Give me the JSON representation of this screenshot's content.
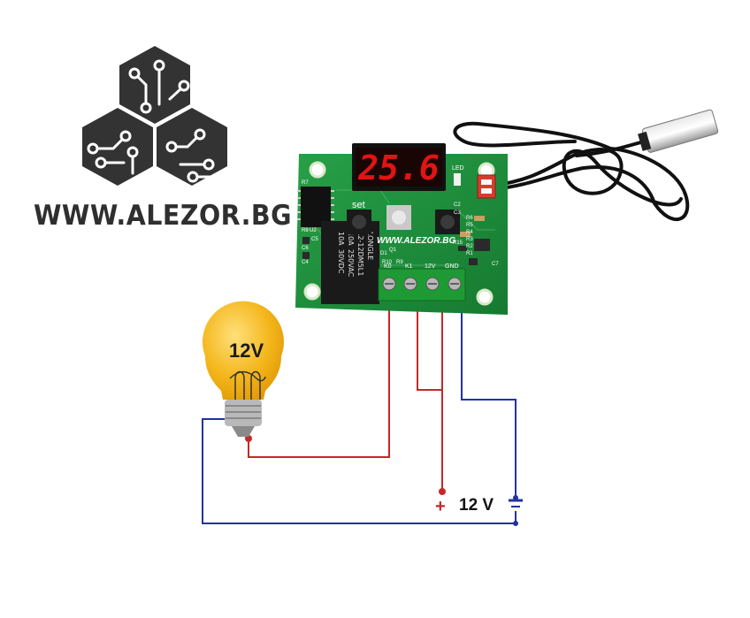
{
  "logo": {
    "text": "WWW.ALEZOR.BG",
    "watermark": "WWW.ALEZOR.BG"
  },
  "display": {
    "digits": "25.6"
  },
  "board": {
    "button_label": "set",
    "led_label": "LED",
    "relay_marking": [
      "LONGLE",
      "L2-12DM5L1",
      "10A",
      "250VAC",
      "10A",
      "30VDC"
    ],
    "terminal_labels": [
      "K0",
      "K1",
      "12V",
      "GND"
    ],
    "component_labels": [
      "R7",
      "R8",
      "C6",
      "C4",
      "C5",
      "C2",
      "C3",
      "R6",
      "R5",
      "R4",
      "R3",
      "R2",
      "R1",
      "C7",
      "R15",
      "R10",
      "R9",
      "Q1",
      "D1",
      "U2"
    ]
  },
  "bulb": {
    "label": "12V"
  },
  "power": {
    "label": "12 V",
    "plus": "+"
  },
  "colors": {
    "wire_red": "#c62828",
    "wire_blue": "#2233a0",
    "pcb_green": "#1f8a3c",
    "bulb_yellow": "#f2b61c",
    "display_red": "#e11414"
  },
  "icons": [
    "hexagon-circuit-logo-icon",
    "light-bulb-icon",
    "battery-icon",
    "temperature-probe-icon"
  ]
}
